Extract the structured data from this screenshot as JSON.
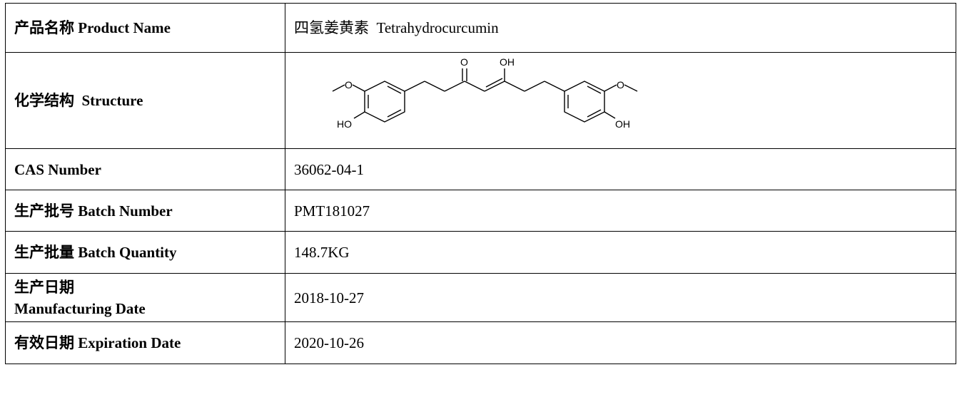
{
  "rows": [
    {
      "label": "产品名称 Product Name",
      "value": "四氢姜黄素  Tetrahydrocurcumin"
    },
    {
      "label": "化学结构  Structure",
      "value": ""
    },
    {
      "label": "CAS Number",
      "value": "36062-04-1"
    },
    {
      "label": "生产批号 Batch Number",
      "value": "PMT181027"
    },
    {
      "label": "生产批量 Batch Quantity",
      "value": "148.7KG"
    },
    {
      "label_line1": "生产日期",
      "label_line2": "Manufacturing Date",
      "value": "2018-10-27"
    },
    {
      "label": "有效日期 Expiration Date",
      "value": "2020-10-26"
    }
  ],
  "structure": {
    "atoms": {
      "o_ketone": "O",
      "oh_enol": "OH",
      "o_methoxy_left": "O",
      "ho_left": "HO",
      "o_methoxy_right": "O",
      "oh_right": "OH"
    }
  }
}
